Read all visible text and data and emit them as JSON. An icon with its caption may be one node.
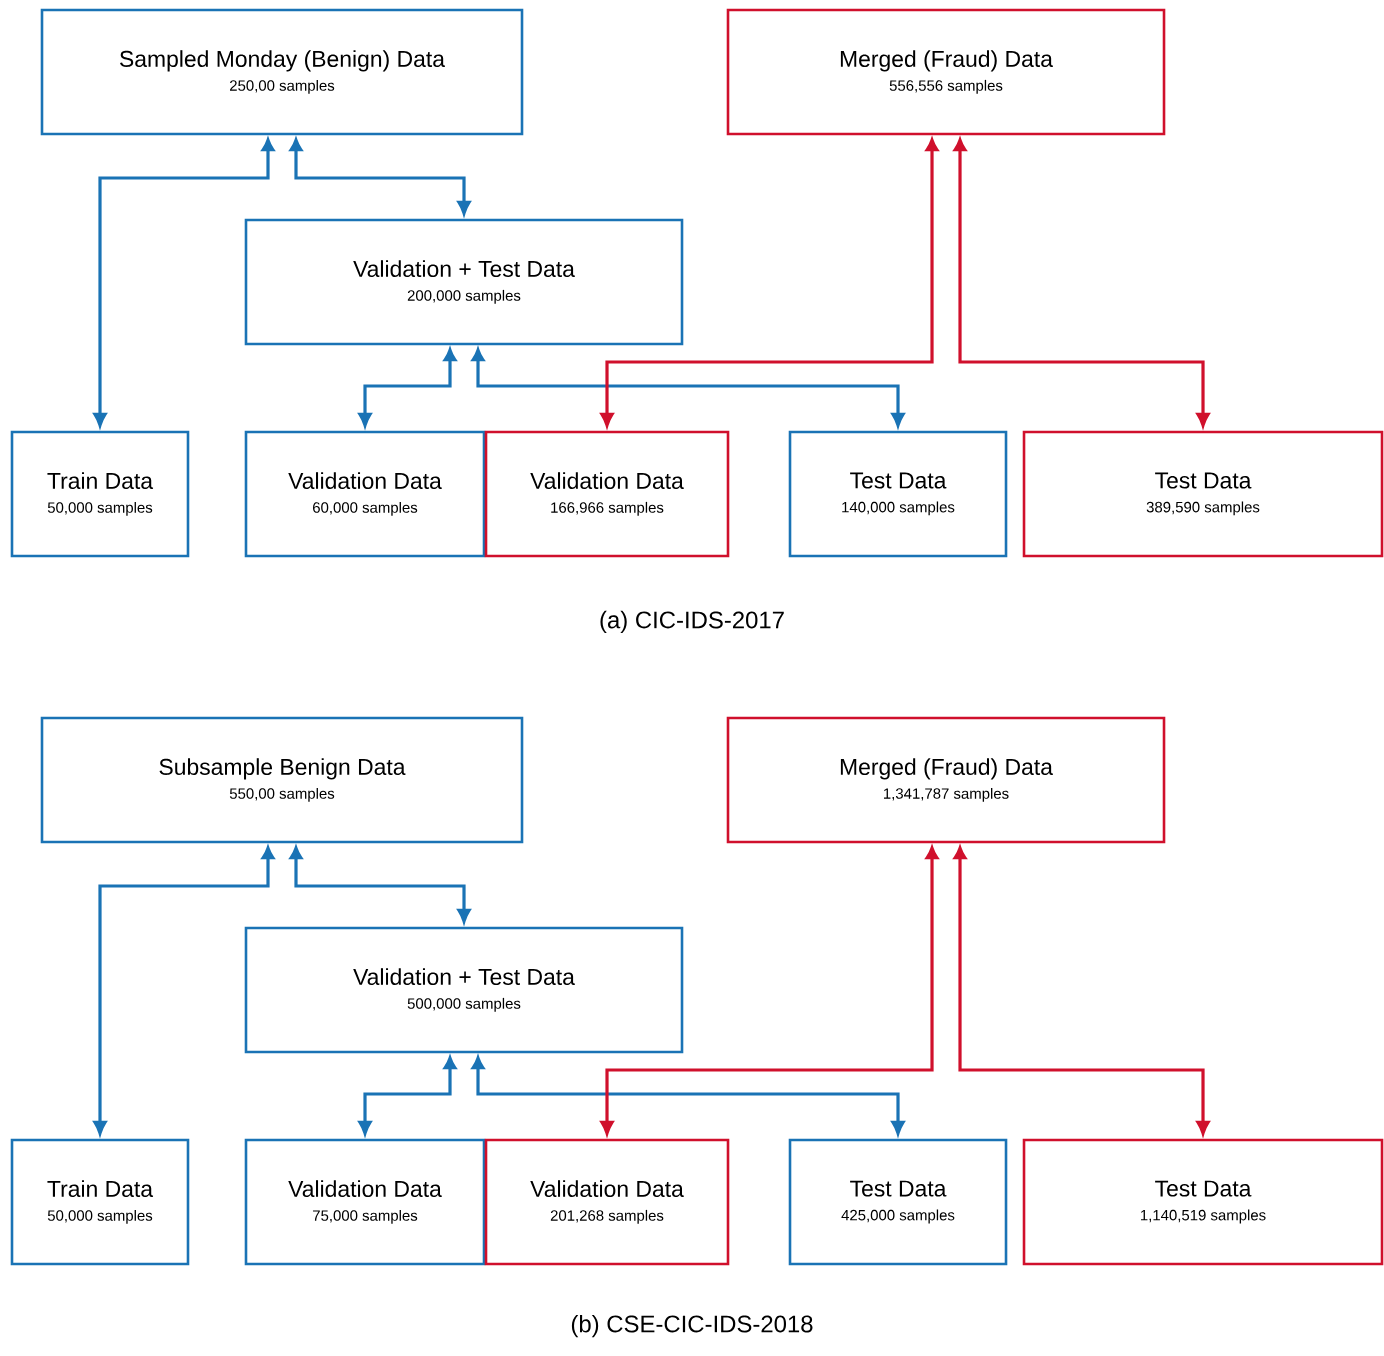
{
  "diagram": {
    "nodes": [
      {
        "text": [
          "Sampled Monday (Benign) Data",
          "250,00 samples"
        ]
      },
      {
        "text": [
          "Merged (Fraud) Data",
          "556,556 samples"
        ]
      },
      {
        "text": [
          "Validation + Test Data",
          "200,000 samples"
        ]
      },
      {
        "text": [
          "Train Data",
          "50,000 samples"
        ]
      },
      {
        "text": [
          "Validation Data",
          "60,000 samples"
        ]
      },
      {
        "text": [
          "Validation Data",
          "166,966 samples"
        ]
      },
      {
        "text": [
          "Test Data",
          "140,000 samples"
        ]
      },
      {
        "text": [
          "Test Data",
          "389,590 samples"
        ]
      },
      {
        "text": [
          "Subsample Benign Data",
          "550,00 samples"
        ]
      },
      {
        "text": [
          "Merged (Fraud) Data",
          "1,341,787 samples"
        ]
      },
      {
        "text": [
          "Validation + Test Data",
          "500,000 samples"
        ]
      },
      {
        "text": [
          "Train Data",
          "50,000 samples"
        ]
      },
      {
        "text": [
          "Validation Data",
          "75,000 samples"
        ]
      },
      {
        "text": [
          "Validation Data",
          "201,268 samples"
        ]
      },
      {
        "text": [
          "Test Data",
          "425,000 samples"
        ]
      },
      {
        "text": [
          "Test Data",
          "1,140,519 samples"
        ]
      }
    ],
    "edges": [
      {
        "from": 0,
        "to": 3,
        "arrow": "both"
      },
      {
        "from": 0,
        "to": 2,
        "arrow": "both"
      },
      {
        "from": 2,
        "to": 4,
        "arrow": "both"
      },
      {
        "from": 2,
        "to": 6,
        "arrow": "both"
      },
      {
        "from": 1,
        "to": 5,
        "arrow": "both",
        "color": "#d0102c"
      },
      {
        "from": 1,
        "to": 7,
        "arrow": "both",
        "color": "#d0102c"
      },
      {
        "from": 8,
        "to": 11,
        "arrow": "both"
      },
      {
        "from": 8,
        "to": 10,
        "arrow": "both"
      },
      {
        "from": 10,
        "to": 12,
        "arrow": "both"
      },
      {
        "from": 10,
        "to": 14,
        "arrow": "both"
      },
      {
        "from": 9,
        "to": 13,
        "arrow": "both",
        "color": "#d0102c"
      },
      {
        "from": 9,
        "to": 15,
        "arrow": "both",
        "color": "#d0102c"
      }
    ],
    "labels": [
      "(a) CIC-IDS-2017",
      "(b) CSE-CIC-IDS-2018"
    ]
  }
}
